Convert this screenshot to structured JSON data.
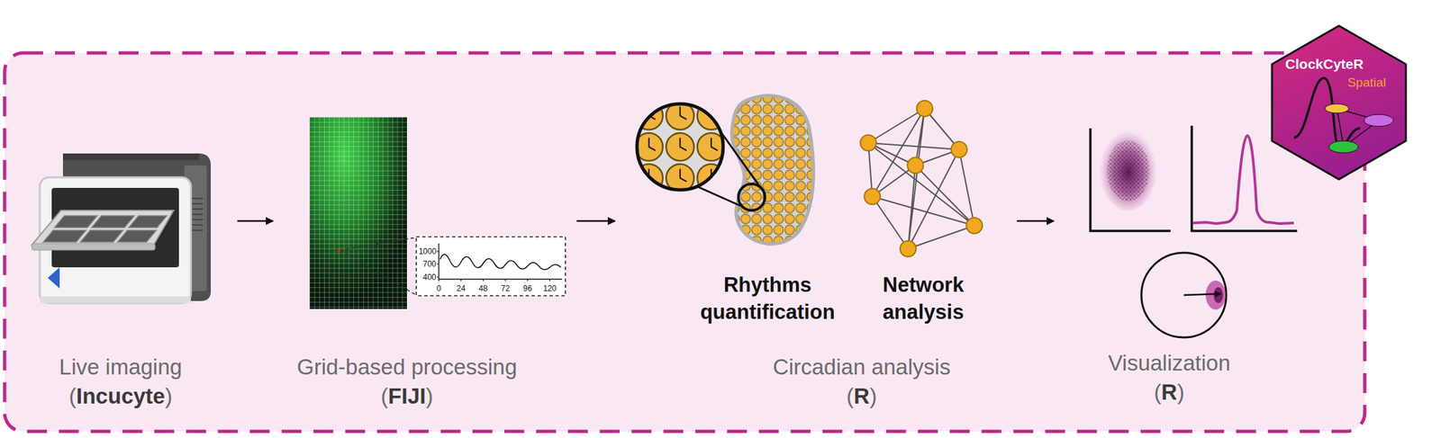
{
  "diagram": {
    "nodes": [
      {
        "text": [
          "Live imaging",
          "(Incucyte)"
        ]
      },
      {
        "text": [
          "Grid-based processing",
          "(FIJI)"
        ]
      },
      {
        "text": [
          "Circadian analysis",
          "(R)"
        ]
      },
      {
        "text": [
          "Rhythms quantification"
        ],
        "in": 2
      },
      {
        "text": [
          "Network analysis"
        ],
        "in": 2
      },
      {
        "text": [
          "Visualization",
          "(R)"
        ]
      },
      {
        "text": [
          "ClockCyteR",
          "Spatial"
        ]
      }
    ],
    "edges": [
      {
        "from": 0,
        "to": 1,
        "arrow": "to"
      },
      {
        "from": 1,
        "to": 2,
        "arrow": "to"
      },
      {
        "from": 2,
        "to": 5,
        "arrow": "to"
      }
    ],
    "labels": [
      "1000",
      "700",
      "400",
      "0",
      "24",
      "48",
      "72",
      "96",
      "120"
    ]
  }
}
